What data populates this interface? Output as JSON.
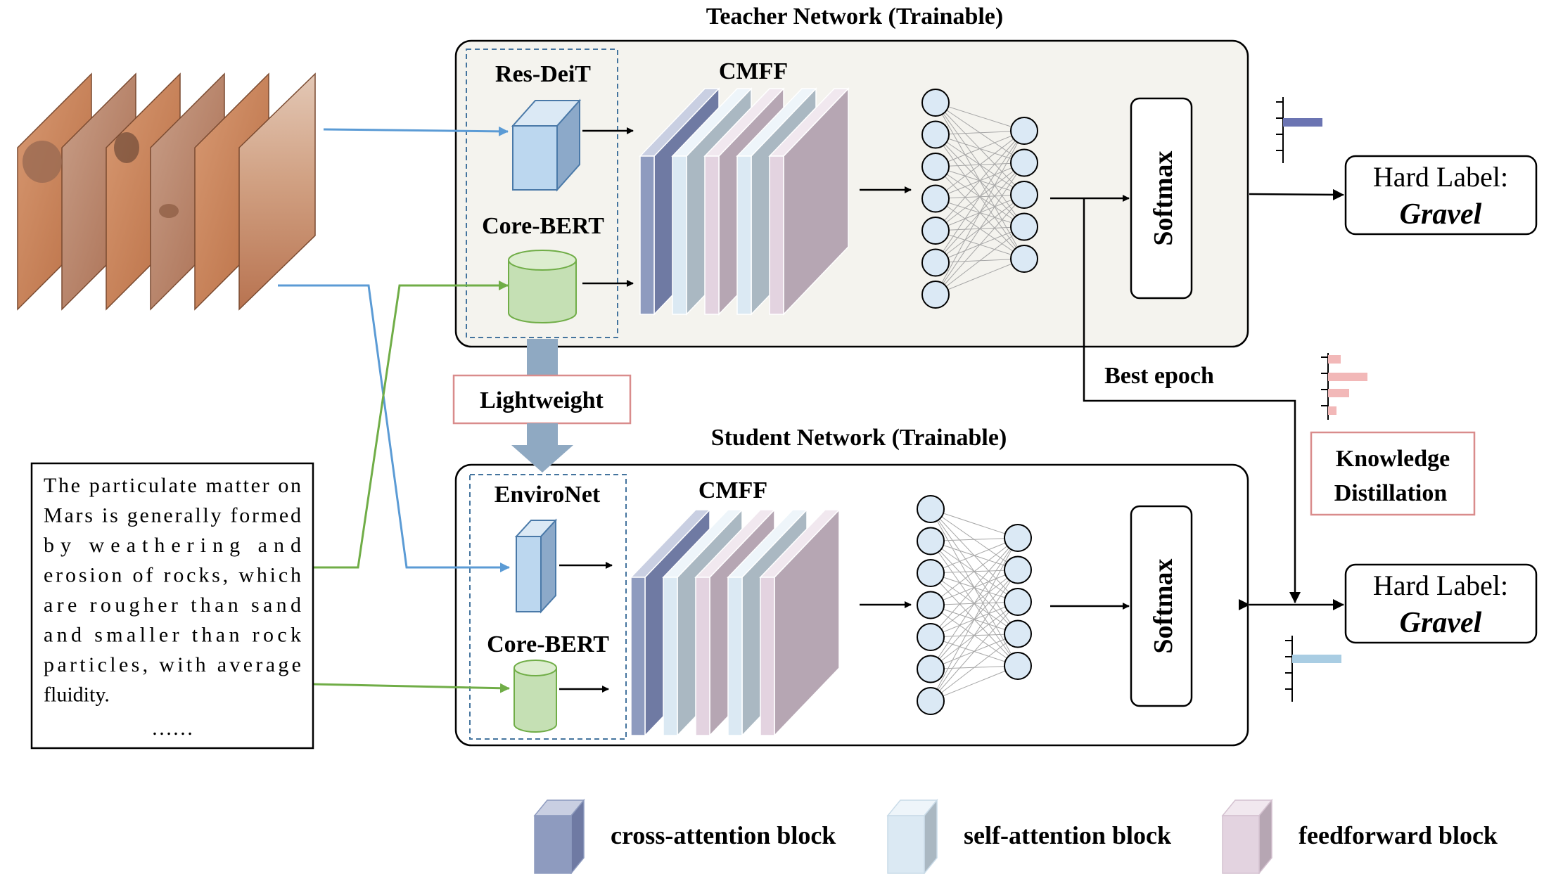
{
  "teacher": {
    "title": "Teacher Network (Trainable)",
    "encoder_image": "Res-DeiT",
    "encoder_text": "Core-BERT",
    "fusion": "CMFF",
    "softmax": "Softmax"
  },
  "student": {
    "title": "Student Network (Trainable)",
    "encoder_image": "EnviroNet",
    "encoder_text": "Core-BERT",
    "fusion": "CMFF",
    "softmax": "Softmax"
  },
  "lightweight_label": "Lightweight",
  "best_epoch_label": "Best epoch",
  "kd_label": [
    "Knowledge",
    "Distillation"
  ],
  "hard_label_title": "Hard Label:",
  "hard_label_value": "Gravel",
  "text_input": {
    "lines": [
      "The particulate matter on",
      "Mars is generally formed",
      "by weathering and",
      "erosion of rocks, which",
      "are rougher than sand",
      "and smaller than rock",
      "particles, with average",
      "fluidity."
    ],
    "ellipsis": "……"
  },
  "legend": [
    {
      "label": "cross-attention block",
      "color": "#8e9bbf"
    },
    {
      "label": "self-attention block",
      "color": "#dbe9f3"
    },
    {
      "label": "feedforward block",
      "color": "#e3d3e0"
    }
  ],
  "colors": {
    "image_path": "#5b9bd5",
    "text_path": "#70ad47",
    "teacher_fill": "#f4f3ee",
    "lightweight_arrow": "#8fa9c2",
    "kd_border": "#d98c8c",
    "teacher_bar": "#6b74b2",
    "student_bar": "#a9cde3",
    "soft_bars": "#f2b8b8"
  }
}
